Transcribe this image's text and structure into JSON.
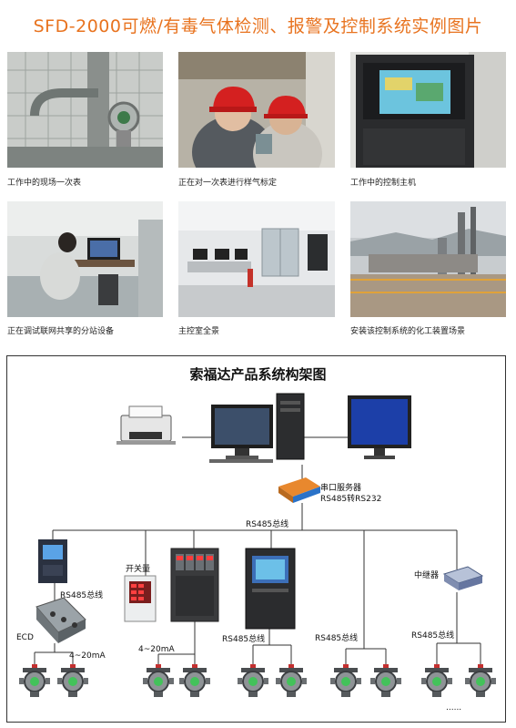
{
  "page_title": "SFD-2000可燃/有毒气体检测、报警及控制系统实例图片",
  "photos": [
    {
      "caption": "工作中的现场一次表"
    },
    {
      "caption": "正在对一次表进行样气标定"
    },
    {
      "caption": "工作中的控制主机"
    },
    {
      "caption": "正在调试联网共享的分站设备"
    },
    {
      "caption": "主控室全景"
    },
    {
      "caption": "安装该控制系统的化工装置场景"
    }
  ],
  "diagram": {
    "title": "索福达产品系统构架图",
    "serial_server_line1": "串口服务器",
    "serial_server_line2": "RS485转RS232",
    "bus_main": "RS485总线",
    "bus_left_unit": "RS485总线",
    "switch_label": "开关量",
    "repeater_label": "中继器",
    "ecd_label": "ECD",
    "analog_left": "4~20mA",
    "analog_mid": "4~20mA",
    "bus_mid": "RS485总线",
    "bus_right1": "RS485总线",
    "bus_right2": "RS485总线",
    "more": "......"
  },
  "colors": {
    "title": "#e8731f",
    "helmet": "#d42020",
    "monitor_screen": "#1c3fa8",
    "device_blue": "#2a72c8",
    "line": "#333333"
  }
}
